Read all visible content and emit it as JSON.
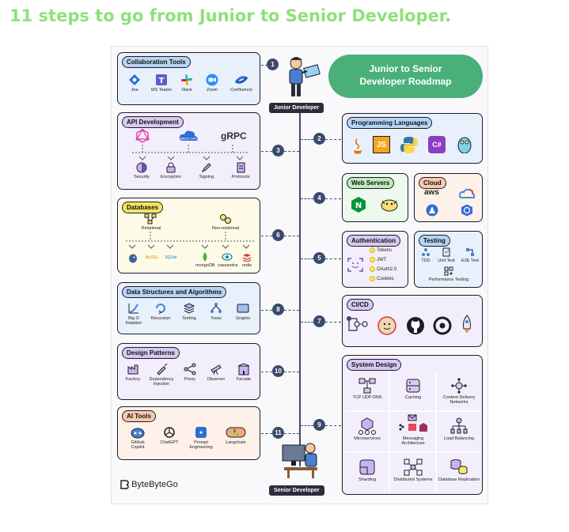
{
  "headline": "11 steps to go from Junior to Senior Developer.",
  "roadmap_title_line1": "Junior to Senior",
  "roadmap_title_line2": "Developer Roadmap",
  "junior_label": "Junior Developer",
  "senior_label": "Senior Developer",
  "brand": "ByteByteGo",
  "steps": [
    "1",
    "2",
    "3",
    "4",
    "5",
    "6",
    "7",
    "8",
    "9",
    "10",
    "11"
  ],
  "collaboration": {
    "title": "Collaboration Tools",
    "items": [
      "Jira",
      "MS Teams",
      "Slack",
      "Zoom",
      "Confluence"
    ]
  },
  "api": {
    "title": "API Development",
    "tops": [
      "",
      "REST API",
      "gRPC"
    ],
    "items": [
      "Security",
      "Encryption",
      "Signing",
      "Protocols"
    ]
  },
  "databases": {
    "title": "Databases",
    "relational": "Relational",
    "nonrelational": "Non-relational",
    "logos": [
      "",
      "MySQL",
      "SQLite",
      "mongoDB",
      "cassandra",
      "redis"
    ]
  },
  "dsa": {
    "title": "Data Structures and Algorithms",
    "items": [
      "Big O Notation",
      "Recursion",
      "Sorting",
      "Trees",
      "Graphs"
    ]
  },
  "patterns": {
    "title": "Design Patterns",
    "items": [
      "Factory",
      "Dependency Injection",
      "Proxy",
      "Observer",
      "Facade"
    ]
  },
  "ai": {
    "title": "AI Tools",
    "items": [
      "GitHub Copilot",
      "ChatGPT",
      "Prompt Engineering",
      "Langchain"
    ]
  },
  "languages": {
    "title": "Programming Languages",
    "items": [
      "",
      "JS",
      "",
      "C#",
      ""
    ]
  },
  "webservers": {
    "title": "Web Servers"
  },
  "cloud": {
    "title": "Cloud",
    "items": [
      "aws",
      "",
      "",
      ""
    ]
  },
  "auth": {
    "title": "Authentication",
    "items": [
      "Tokens",
      "JWT",
      "OAuth2.0",
      "Cookies"
    ]
  },
  "testing": {
    "title": "Testing",
    "items": [
      "TDD",
      "Unit Test",
      "E2E Test",
      "Performance Testing"
    ]
  },
  "cicd": {
    "title": "CI/CD"
  },
  "system": {
    "title": "System Design",
    "items": [
      "TCP  UDP  DNS",
      "Caching",
      "Content Delivery Networks",
      "Microservices",
      "Messaging Architecture",
      "Load Balancing",
      "Sharding",
      "Distributed Systems",
      "Database Replication"
    ]
  },
  "colors": {
    "headline": "#8fe07a",
    "roadmap": "#4ab07a",
    "step": "#3b4a6b"
  }
}
